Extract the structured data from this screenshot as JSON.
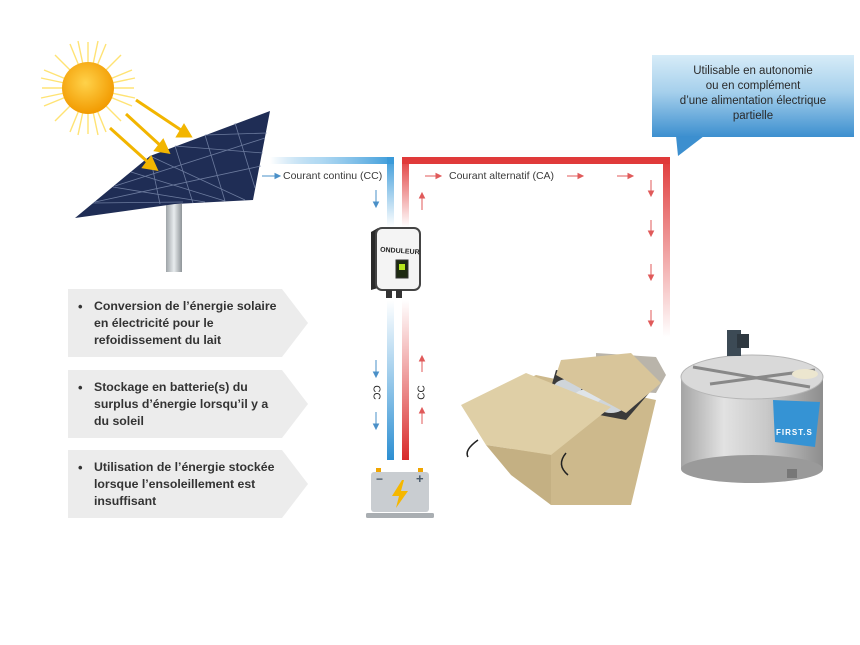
{
  "callout": {
    "lines": [
      "Utilisable en autonomie",
      "ou en complément",
      "d’une alimentation électrique",
      "partielle"
    ]
  },
  "flows": {
    "dc_label": "Courant continu (CC)",
    "ac_label": "Courant alternatif (CA)",
    "dc_vertical_left": "CC",
    "dc_vertical_right": "CC"
  },
  "inverter": {
    "label": "ONDULEUR"
  },
  "battery": {
    "minus": "−",
    "plus": "+"
  },
  "tank": {
    "brand_label": "FIRST.S"
  },
  "info_boxes": [
    {
      "bullet": "•",
      "text": "Conversion de l’énergie solaire en électricité pour le refoidissement du lait"
    },
    {
      "bullet": "•",
      "text": "Stockage en batterie(s) du surplus d’énergie lorsqu’il y a du soleil"
    },
    {
      "bullet": "•",
      "text": "Utilisation de l’énergie stockée lorsque l’ensoleillement est insuffisant"
    }
  ],
  "colors": {
    "dc_blue": "#3a9ad9",
    "ac_red": "#e03a3a",
    "info_bg": "#ececec",
    "callout_blue": "#3c8fcf",
    "sun": "#f5a400"
  }
}
